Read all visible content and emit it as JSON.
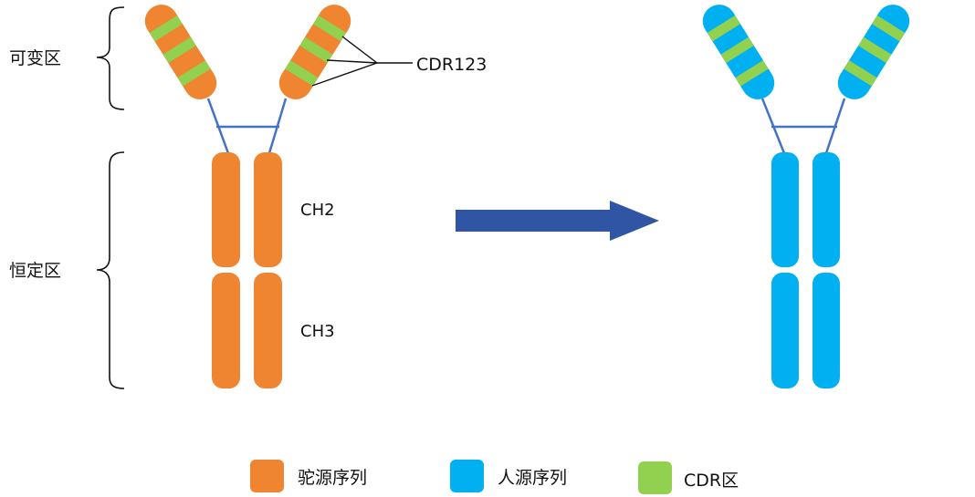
{
  "labels": {
    "variable_region": "可变区",
    "constant_region": "恒定区",
    "cdr": "CDR123",
    "ch2": "CH2",
    "ch3": "CH3"
  },
  "legend": {
    "camel": "驼源序列",
    "human": "人源序列",
    "cdr_region": "CDR区"
  },
  "colors": {
    "camel": "#ef8531",
    "human": "#00b0f0",
    "cdr": "#92d050",
    "linker": "#4472c4",
    "arrow": "#2f55a4"
  }
}
